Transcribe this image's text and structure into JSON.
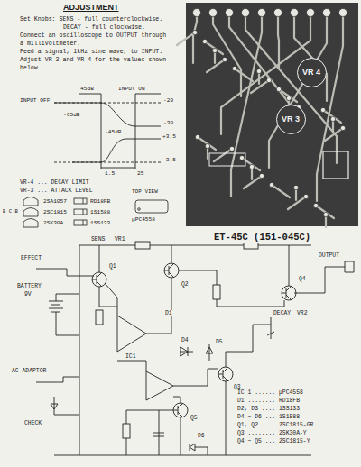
{
  "diagram": {
    "title": "ADJUSTMENT",
    "nodes": [
      {
        "text": [
          "VR 4"
        ]
      },
      {
        "text": [
          "VR 3"
        ]
      }
    ],
    "labels": [
      "Set Knobs: SENS - full counterclockwise.",
      "DECAY - full clockwise.",
      "Connect an oscilloscope to OUTPUT through",
      "a millivoltmeter.",
      "Feed a signal, 1kHz sine wave, to INPUT.",
      "Adjust VR-3 and VR-4 for the values shown",
      "below.",
      "45dB",
      "INPUT ON",
      "INPUT OFF",
      "-65dB",
      "-20",
      "-30",
      "-45dB",
      "+3.5",
      "-3.5",
      "1.5",
      "25",
      "VR-4 ... DECAY LIMIT",
      "VR-3 ... ATTACK LEVEL",
      "2SA1057",
      "E C B",
      "2SC1815",
      "2SK30A",
      "RD18FB",
      "1S1588",
      "1SS133",
      "TOP VIEW",
      "μPC4558",
      "ET-45C (151-045C)",
      "SENS",
      "VR1",
      "EFFECT",
      "BATTERY",
      "9V",
      "AC ADAPTOR",
      "CHECK",
      "OUTPUT",
      "DECAY",
      "VR2",
      "IC1",
      "Q1",
      "Q2",
      "Q3",
      "Q4",
      "Q5",
      "D1",
      "D4",
      "D5",
      "D6",
      "IC 1 ...... μPC4558",
      "D1 ........ RD18FB",
      "D2, D3 .... 1SS133",
      "D4 ~ D6 ... 1S1588",
      "Q1, Q2 .... 2SC1815-GR",
      "Q3 ........ 2SK30A-Y",
      "Q4 ~ Q5 ... 2SC1815-Y"
    ]
  }
}
